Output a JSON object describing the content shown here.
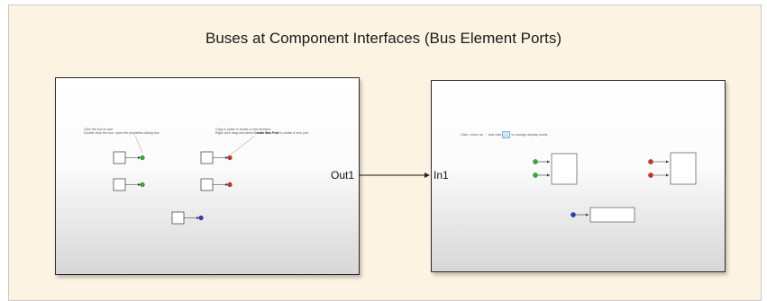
{
  "model": {
    "title": "Buses at Component Interfaces (Bus Element Ports)"
  },
  "left_subsystem": {
    "output_port_label": "Out1",
    "note_1_line_1": "Click the tool to add",
    "note_1_line_2": "Double-click the icon: open the properties dialog box",
    "note_2_line_1": "Copy & paste to create a new element",
    "note_2_prefix": "Right-click drag and select ",
    "note_2_bold": "Create Bus Port",
    "note_2_suffix": " to create a new port"
  },
  "right_subsystem": {
    "input_port_label": "In1",
    "hint_prefix": "Click, hover on",
    "hint_middle": "and click",
    "hint_suffix": "to change display mode"
  },
  "colors": {
    "background_annotation": "#fdf3e3",
    "port_green": "#3aa93a",
    "port_red": "#c0392b",
    "port_blue": "#2f3fb0",
    "hint_button": "#cfe6f7"
  }
}
